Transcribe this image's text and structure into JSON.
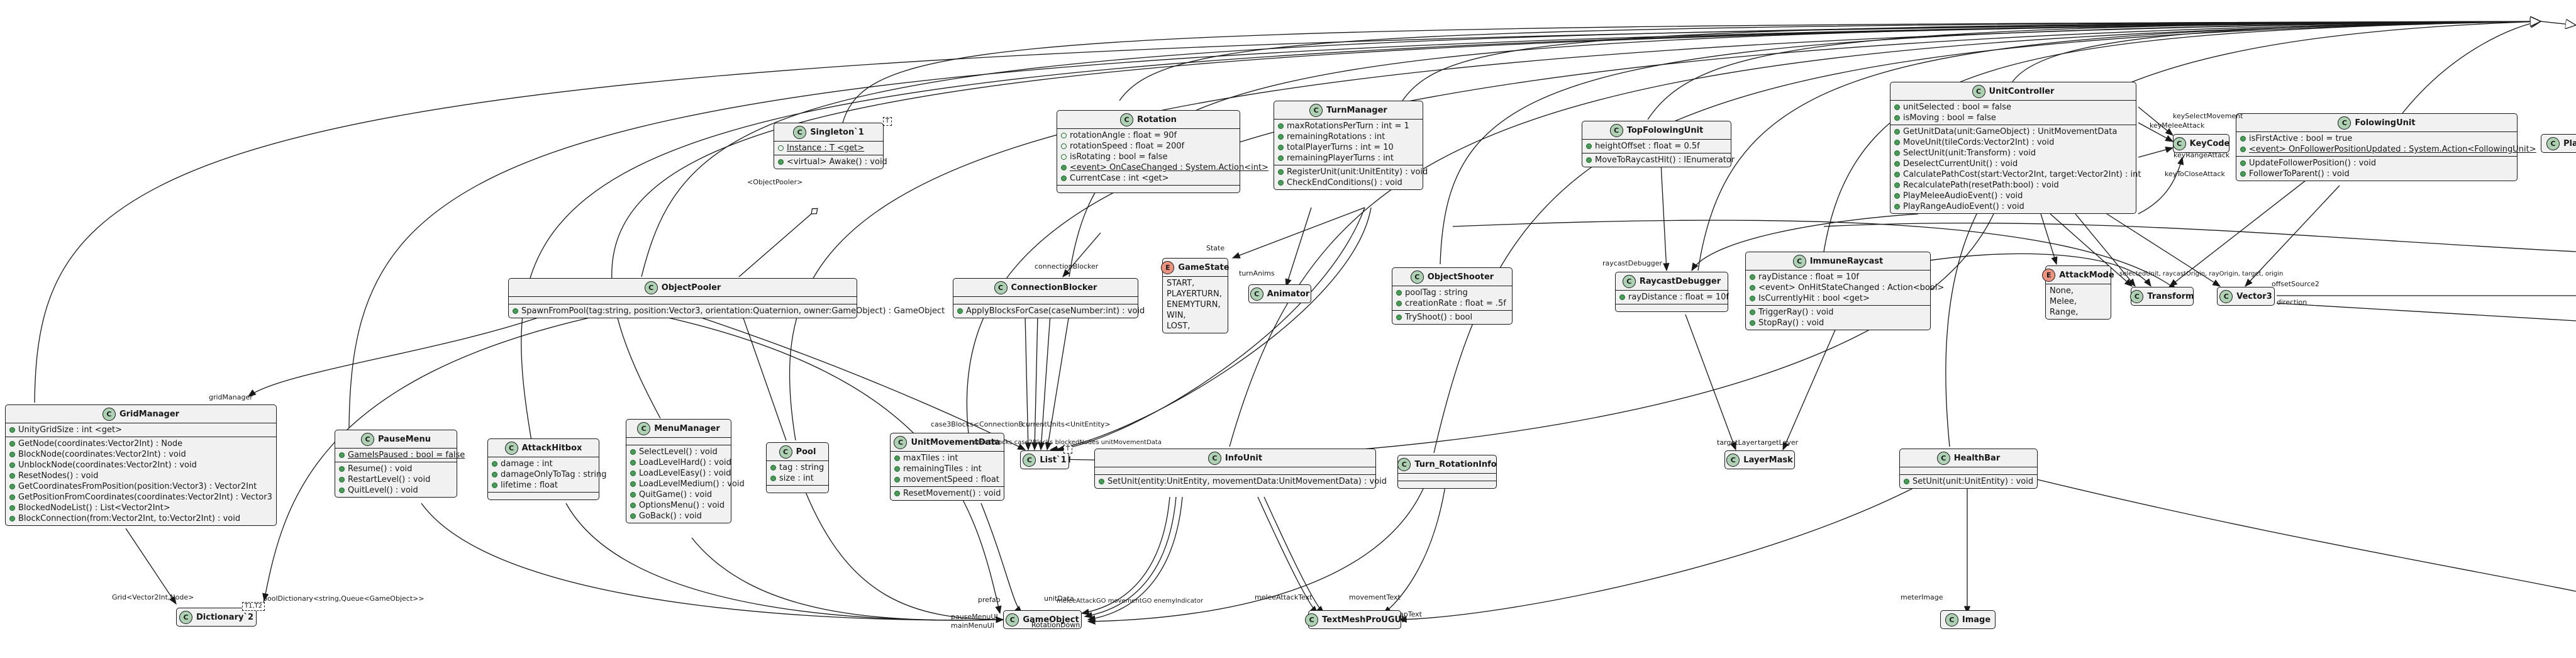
{
  "classes": {
    "singleton": {
      "name": "Singleton`1",
      "tparam": "T",
      "fields": [
        {
          "text": "Instance : T <get>",
          "static": true
        }
      ],
      "methods": [
        {
          "text": "<virtual> Awake() : void"
        }
      ]
    },
    "rotation": {
      "name": "Rotation",
      "fields": [
        {
          "text": "rotationAngle : float = 90f"
        },
        {
          "text": "rotationSpeed : float = 200f"
        },
        {
          "text": "isRotating : bool = false"
        },
        {
          "text": "<event> OnCaseChanged : System.Action<int>",
          "static": true
        },
        {
          "text": "CurrentCase : int <get>"
        }
      ],
      "methods": []
    },
    "turnManager": {
      "name": "TurnManager",
      "fields": [
        {
          "text": "maxRotationsPerTurn : int = 1"
        },
        {
          "text": "remainingRotations : int"
        },
        {
          "text": "totalPlayerTurns : int = 10"
        },
        {
          "text": "remainingPlayerTurns : int"
        }
      ],
      "methods": [
        {
          "text": "RegisterUnit(unit:UnitEntity) : void"
        },
        {
          "text": "CheckEndConditions() : void"
        }
      ]
    },
    "topFollowingUnit": {
      "name": "TopFolowingUnit",
      "fields": [
        {
          "text": "heightOffset : float = 0.5f"
        }
      ],
      "methods": [
        {
          "text": "MoveToRaycastHit() : IEnumerator"
        }
      ]
    },
    "unitController": {
      "name": "UnitController",
      "fields": [
        {
          "text": "unitSelected : bool = false"
        },
        {
          "text": "isMoving : bool = false"
        }
      ],
      "methods": [
        {
          "text": "GetUnitData(unit:GameObject) : UnitMovementData"
        },
        {
          "text": "MoveUnit(tileCords:Vector2Int) : void"
        },
        {
          "text": "SelectUnit(unit:Transform) : void"
        },
        {
          "text": "DeselectCurrentUnit() : void"
        },
        {
          "text": "CalculatePathCost(start:Vector2Int, target:Vector2Int) : int"
        },
        {
          "text": "RecalculatePath(resetPath:bool) : void"
        },
        {
          "text": "PlayMeleeAudioEvent() : void"
        },
        {
          "text": "PlayRangeAudioEvent() : void"
        }
      ]
    },
    "keyCode": {
      "name": "KeyCode"
    },
    "followingUnit": {
      "name": "FolowingUnit",
      "fields": [
        {
          "text": "isFirstActive : bool = true"
        },
        {
          "text": "<event> OnFollowerPositionUpdated : System.Action<FollowingUnit>",
          "static": true
        }
      ],
      "methods": [
        {
          "text": "UpdateFollowerPosition() : void"
        },
        {
          "text": "FollowerToParent() : void"
        }
      ]
    },
    "placeholder": {
      "name": "Plac"
    },
    "objectPooler": {
      "name": "ObjectPooler",
      "fields": [],
      "methods": [
        {
          "text": "SpawnFromPool(tag:string, position:Vector3, orientation:Quaternion, owner:GameObject) : GameObject"
        }
      ]
    },
    "connectionBlocker": {
      "name": "ConnectionBlocker",
      "fields": [],
      "methods": [
        {
          "text": "ApplyBlocksForCase(caseNumber:int) : void"
        }
      ]
    },
    "gameState": {
      "name": "GameState",
      "values": [
        "START,",
        "PLAYERTURN,",
        "ENEMYTURN,",
        "WIN,",
        "LOST,"
      ]
    },
    "animator": {
      "name": "Animator"
    },
    "objectShooter": {
      "name": "ObjectShooter",
      "fields": [
        {
          "text": "poolTag : string"
        },
        {
          "text": "creationRate : float = .5f"
        }
      ],
      "methods": [
        {
          "text": "TryShoot() : bool"
        }
      ]
    },
    "raycastDebugger": {
      "name": "RaycastDebugger",
      "fields": [
        {
          "text": "rayDistance : float = 10f"
        }
      ],
      "methods": []
    },
    "immuneRaycast": {
      "name": "ImmuneRaycast",
      "fields": [
        {
          "text": "rayDistance : float = 10f"
        },
        {
          "text": "<event> OnHitStateChanged : Action<bool>"
        },
        {
          "text": "IsCurrentlyHit : bool <get>"
        }
      ],
      "methods": [
        {
          "text": "TriggerRay() : void"
        },
        {
          "text": "StopRay() : void"
        }
      ]
    },
    "attackMode": {
      "name": "AttackMode",
      "values": [
        "None,",
        "Melee,",
        "Range,"
      ]
    },
    "transform": {
      "name": "Transform"
    },
    "vector3": {
      "name": "Vector3"
    },
    "gridManager": {
      "name": "GridManager",
      "fields": [
        {
          "text": "UnityGridSize : int <get>"
        }
      ],
      "methods": [
        {
          "text": "GetNode(coordinates:Vector2Int) : Node"
        },
        {
          "text": "BlockNode(coordinates:Vector2Int) : void"
        },
        {
          "text": "UnblockNode(coordinates:Vector2Int) : void"
        },
        {
          "text": "ResetNodes() : void"
        },
        {
          "text": "GetCoordinatesFromPosition(position:Vector3) : Vector2Int"
        },
        {
          "text": "GetPositionFromCoordinates(coordinates:Vector2Int) : Vector3"
        },
        {
          "text": "BlockedNodeList() : List<Vector2Int>"
        },
        {
          "text": "BlockConnection(from:Vector2Int, to:Vector2Int) : void"
        }
      ]
    },
    "pauseMenu": {
      "name": "PauseMenu",
      "fields": [
        {
          "text": "GameIsPaused : bool = false",
          "static": true
        }
      ],
      "methods": [
        {
          "text": "Resume() : void"
        },
        {
          "text": "RestartLevel() : void"
        },
        {
          "text": "QuitLevel() : void"
        }
      ]
    },
    "attackHitbox": {
      "name": "AttackHitbox",
      "fields": [
        {
          "text": "damage : int"
        },
        {
          "text": "damageOnlyToTag : string"
        },
        {
          "text": "lifetime : float"
        }
      ],
      "methods": []
    },
    "menuManager": {
      "name": "MenuManager",
      "fields": [],
      "methods": [
        {
          "text": "SelectLevel() : void"
        },
        {
          "text": "LoadLevelHard() : void"
        },
        {
          "text": "LoadLevelEasy() : void"
        },
        {
          "text": "LoadLevelMedium() : void"
        },
        {
          "text": "QuitGame() : void"
        },
        {
          "text": "OptionsMenu() : void"
        },
        {
          "text": "GoBack() : void"
        }
      ]
    },
    "pool": {
      "name": "Pool",
      "fields": [
        {
          "text": "tag : string"
        },
        {
          "text": "size : int"
        }
      ],
      "methods": []
    },
    "unitMovementData": {
      "name": "UnitMovementData",
      "fields": [
        {
          "text": "maxTiles : int"
        },
        {
          "text": "remainingTiles : int"
        },
        {
          "text": "movementSpeed : float"
        }
      ],
      "methods": [
        {
          "text": "ResetMovement() : void"
        }
      ]
    },
    "list": {
      "name": "List`1"
    },
    "infoUnit": {
      "name": "InfoUnit",
      "fields": [],
      "methods": [
        {
          "text": "SetUnit(entity:UnitEntity, movementData:UnitMovementData) : void"
        }
      ]
    },
    "turnRotationInfo": {
      "name": "Turn_RotationInfo",
      "fields": [],
      "methods": []
    },
    "layerMask": {
      "name": "LayerMask"
    },
    "healthBar": {
      "name": "HealthBar",
      "fields": [],
      "methods": [
        {
          "text": "SetUnit(unit:UnitEntity) : void"
        }
      ]
    },
    "dictionary": {
      "name": "Dictionary`2",
      "tparam": "T1,T2"
    },
    "gameObject": {
      "name": "GameObject"
    },
    "textMesh": {
      "name": "TextMeshProUGUI"
    },
    "image": {
      "name": "Image"
    }
  },
  "labels": {
    "objectPooler": "<ObjectPooler>",
    "connectionBlocker": "connectionBlocker",
    "state": "State",
    "turnAnims": "turnAnims",
    "raycastDebugger": "raycastDebugger",
    "gridManager": "gridManager",
    "gridDict": "Grid<Vector2Int,Node>",
    "poolDict": "poolDictionary<string,Queue<GameObject>>",
    "case3Blocks": "case3Blocks<ConnectionB",
    "unitEntity": "currentUnits<UnitEntity>",
    "listCluster": "case1Blocks case2Blocks blockedNodes unitMovementData",
    "targetLayer": "targetLayer",
    "targetLayer2": "targetLayer",
    "keySelectMovement": "keySelectMovement",
    "keyRangeAttack": "keyRangeAttack",
    "keyMeleeAttack": "keyMeleeAttack",
    "keyToCloseAttack": "keyToCloseAttack",
    "objectShooterLbl": "offsetSource2",
    "directionLbl": "direction",
    "transformCluster": "selectedUnit, raycastOrigin, rayOrigin, target, origin",
    "meleeAttackText": "meleeAttackText",
    "movementText": "movementText",
    "apText": "apText",
    "meterImage": "meterImage",
    "prefab": "prefab",
    "unitData": "unitData",
    "mainMenuUI": "mainMenuUI",
    "pauseMenuUI": "pauseMenuUI",
    "rotationDown": "RotationDown",
    "goCluster": "meleeAttackGO movementGO enemyIndicator"
  }
}
